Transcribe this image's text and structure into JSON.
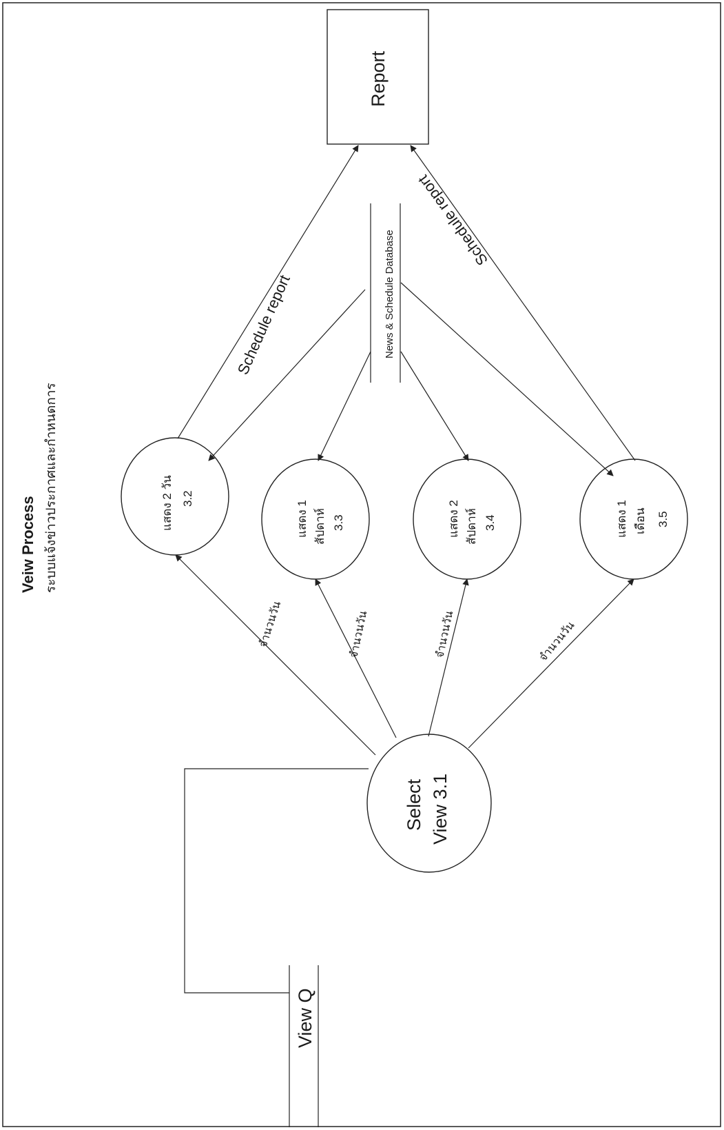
{
  "title": "Veiw Process",
  "subtitle": "ระบบแจ้งข่าวประกาศและกำหนดการ",
  "external_entity": {
    "label": "Report"
  },
  "data_store": {
    "label": "News & Schedule Database"
  },
  "view_q": {
    "label": "View Q"
  },
  "processes": [
    {
      "id": "3.1",
      "line1": "Select",
      "line2": "View 3.1"
    },
    {
      "id": "3.2",
      "line1": "แสดง 2 วัน",
      "line2": "3.2"
    },
    {
      "id": "3.3",
      "line1": "แสดง 1",
      "line2": "สัปดาห์",
      "line3": "3.3"
    },
    {
      "id": "3.4",
      "line1": "แสดง 2",
      "line2": "สัปดาห์",
      "line3": "3.4"
    },
    {
      "id": "3.5",
      "line1": "แสดง 1",
      "line2": "เดือน",
      "line3": "3.5"
    }
  ],
  "flows": {
    "select_to_32": "จำนวนวัน",
    "select_to_33": "จำนวนวัน",
    "select_to_34": "จำนวนวัน",
    "select_to_35": "จำนวนวัน",
    "p32_to_report": "Schedule report",
    "p35_to_report": "Schedule report"
  }
}
